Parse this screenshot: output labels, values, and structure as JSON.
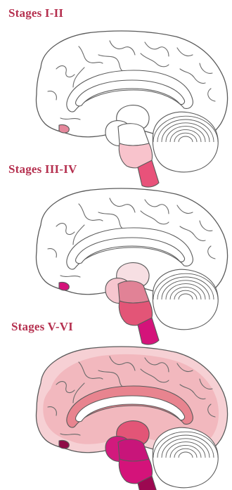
{
  "stages": [
    {
      "title": "Stages I-II",
      "colors": {
        "cortex": "#ffffff",
        "cortex_rim": "#ffffff",
        "limbic": "#ffffff",
        "thalamus": "#ffffff",
        "amygdala": "#ffffff",
        "midbrain": "#ffffff",
        "pons": "#f8c3cc",
        "medulla": "#e8527a",
        "olfactory": "#e5879b"
      }
    },
    {
      "title": "Stages III-IV",
      "colors": {
        "cortex": "#ffffff",
        "cortex_rim": "#ffffff",
        "limbic": "#ffffff",
        "thalamus": "#f7dfe3",
        "amygdala": "#f6c6cf",
        "midbrain": "#e18296",
        "pons": "#e35577",
        "medulla": "#d4137a",
        "olfactory": "#d4137a"
      }
    },
    {
      "title": "Stages V-VI",
      "colors": {
        "cortex": "#f2b8be",
        "cortex_rim": "#f6d0d4",
        "limbic": "#e8848f",
        "thalamus": "#e35577",
        "amygdala": "#d21a7d",
        "midbrain": "#c8157a",
        "pons": "#d4137a",
        "medulla": "#9c0851",
        "olfactory": "#8e0a45"
      }
    }
  ]
}
